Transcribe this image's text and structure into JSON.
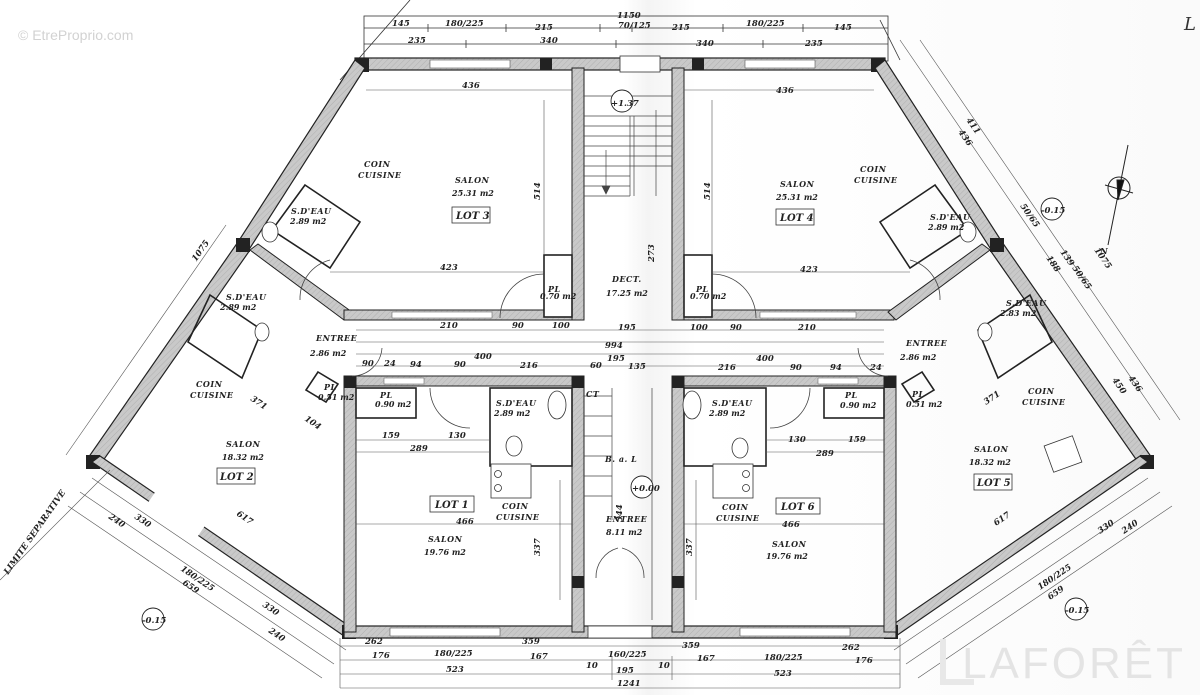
{
  "watermark": {
    "site": "© EtreProprio.com",
    "brand": "LAFORÊT"
  },
  "corner_letter": "L",
  "limite_label": "LIMITE SEPARATIVE",
  "north_label": "N",
  "levels": {
    "top_left": "-0.15",
    "top_right": "-0.15",
    "bottom_left": "-0.15",
    "bottom_right": "-0.15",
    "stair": "+1.37",
    "entry": "+0.00"
  },
  "top_dims": {
    "total": "1150",
    "row1": [
      "145",
      "180/225",
      "215",
      "70/125",
      "215",
      "180/225",
      "145"
    ],
    "row2": [
      "235",
      "340",
      "340",
      "235"
    ]
  },
  "bottom_dims": {
    "total": "1241",
    "row_walls": [
      "262",
      "359",
      "359",
      "262"
    ],
    "row1": [
      "176",
      "180/225",
      "167",
      "160/225",
      "167",
      "180/225",
      "176"
    ],
    "row2": [
      "523",
      "10",
      "195",
      "10",
      "523"
    ]
  },
  "mid_dims": {
    "row1": [
      "210",
      "90",
      "100",
      "195",
      "100",
      "90",
      "210"
    ],
    "row2": "994",
    "row3": [
      "400",
      "195",
      "400"
    ],
    "row4": [
      "90",
      "24",
      "94",
      "90",
      "216",
      "60",
      "135",
      "216",
      "90",
      "94",
      "24"
    ]
  },
  "rooms": {
    "lot3": {
      "lot": "LOT 3",
      "salon": "SALON",
      "area": "25.31 m2",
      "coin": "COIN",
      "cuisine": "CUISINE",
      "sdeau": "S.D'EAU",
      "sdeau_area": "2.89 m2",
      "w": "436",
      "w2": "423",
      "h": "514"
    },
    "lot4": {
      "lot": "LOT 4",
      "salon": "SALON",
      "area": "25.31 m2",
      "coin": "COIN",
      "cuisine": "CUISINE",
      "sdeau": "S.D'EAU",
      "sdeau_area": "2.89 m2",
      "w": "436",
      "w2": "423",
      "h": "514"
    },
    "lot2": {
      "lot": "LOT 2",
      "salon": "SALON",
      "area": "18.32 m2",
      "coin": "COIN",
      "cuisine": "CUISINE",
      "sdeau": "S.D'EAU",
      "sdeau_area": "2.89 m2",
      "entree": "ENTREE",
      "entree_area": "2.86 m2",
      "pl": "PL",
      "pl_area": "0.51 m2",
      "d617": "617",
      "d371": "371",
      "d104": "104"
    },
    "lot5": {
      "lot": "LOT 5",
      "salon": "SALON",
      "area": "18.32 m2",
      "coin": "COIN",
      "cuisine": "CUISINE",
      "sdeau": "S.D'EAU",
      "sdeau_area": "2.83 m2",
      "entree": "ENTREE",
      "entree_area": "2.86 m2",
      "pl": "PL",
      "pl_area": "0.51 m2",
      "d617": "617",
      "d371": "371"
    },
    "lot1": {
      "lot": "LOT 1",
      "salon": "SALON",
      "area": "19.76 m2",
      "coin": "COIN",
      "cuisine": "CUISINE",
      "sdeau": "S.D'EAU",
      "sdeau_area": "2.89 m2",
      "pl": "PL",
      "pl_area": "0.90 m2",
      "d159": "159",
      "d130": "130",
      "d289": "289",
      "d466": "466",
      "d337": "337"
    },
    "lot6": {
      "lot": "LOT 6",
      "salon": "SALON",
      "area": "19.76 m2",
      "coin": "COIN",
      "cuisine": "CUISINE",
      "sdeau": "S.D'EAU",
      "sdeau_area": "2.89 m2",
      "pl": "PL",
      "pl_area": "0.90 m2",
      "d159": "159",
      "d130": "130",
      "d289": "289",
      "d466": "466",
      "d337": "337"
    },
    "dect": {
      "name": "DECT.",
      "area": "17.25 m2",
      "h": "273"
    },
    "entree": {
      "name": "ENTREE",
      "area": "8.11 m2",
      "bal": "B. a. L",
      "h": "344",
      "ct": "CT"
    },
    "pl_left": {
      "name": "PL",
      "area": "0.70 m2"
    },
    "pl_right": {
      "name": "PL",
      "area": "0.70 m2"
    }
  },
  "side_dims": {
    "left": {
      "long": "1075",
      "a": "240",
      "b": "330",
      "c": "180/225",
      "d": "659",
      "e": "330",
      "f": "240"
    },
    "right": {
      "long": "1075",
      "a": "411",
      "b": "436",
      "c": "50/65",
      "d": "139",
      "e": "188",
      "f": "50/65",
      "g": "436",
      "h": "450",
      "i": "330",
      "j": "240",
      "k": "180/225",
      "l": "659"
    }
  }
}
